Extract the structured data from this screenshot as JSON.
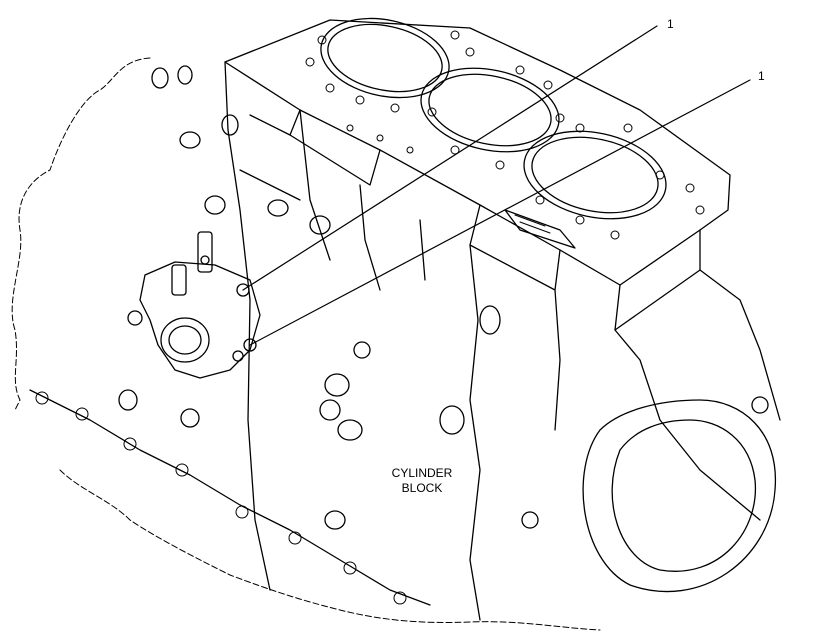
{
  "diagram": {
    "callouts": [
      "1",
      "1"
    ],
    "block_label_line1": "CYLINDER",
    "block_label_line2": "BLOCK"
  }
}
